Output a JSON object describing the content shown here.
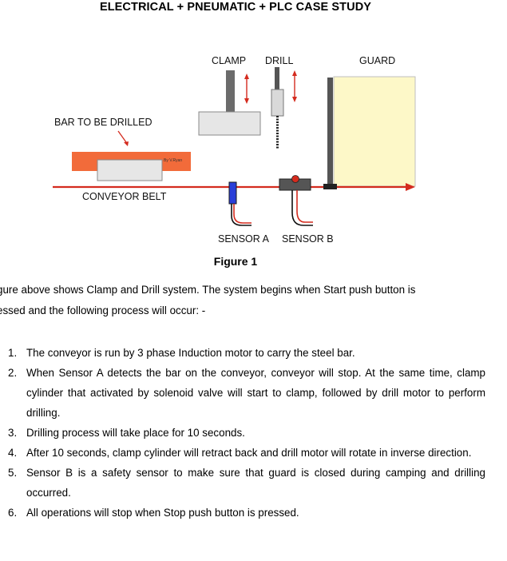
{
  "document": {
    "title": "ELECTRICAL + PNEUMATIC + PLC CASE STUDY",
    "figure": {
      "labels": {
        "clamp": "CLAMP",
        "drill": "DRILL",
        "guard": "GUARD",
        "bar": "BAR TO BE DRILLED",
        "conveyor": "CONVEYOR BELT",
        "sensor_a": "SENSOR A",
        "sensor_b": "SENSOR B",
        "watermark": "By V.Ryan"
      },
      "caption": "Figure 1"
    },
    "intro": {
      "line1_left": "gure above shows Clamp and Drill system. The system begins when Start push button is",
      "line2": "essed and the following process will occur: -"
    },
    "steps": [
      {
        "num": "1.",
        "text": "The conveyor is run by 3 phase Induction motor to carry the steel bar."
      },
      {
        "num": "2.",
        "text": "When Sensor A detects the bar on the conveyor, conveyor will stop. At the same time, clamp cylinder that activated by solenoid valve will start to clamp, followed by drill motor to perform drilling."
      },
      {
        "num": "3.",
        "text": "Drilling process will take place for 10 seconds."
      },
      {
        "num": "4.",
        "text": "After 10 seconds, clamp cylinder will retract back and drill motor will rotate in inverse direction."
      },
      {
        "num": "5.",
        "text": "Sensor B is a safety sensor to make sure that guard is closed during camping and drilling occurred."
      },
      {
        "num": "6.",
        "text": "All operations will stop when Stop push button is pressed."
      }
    ],
    "colors": {
      "bar_orange": "#f26b3a",
      "conveyor_red": "#d42b1e",
      "guard_fill": "#fdf8c8",
      "sensor_blue": "#2a3fd8"
    }
  }
}
